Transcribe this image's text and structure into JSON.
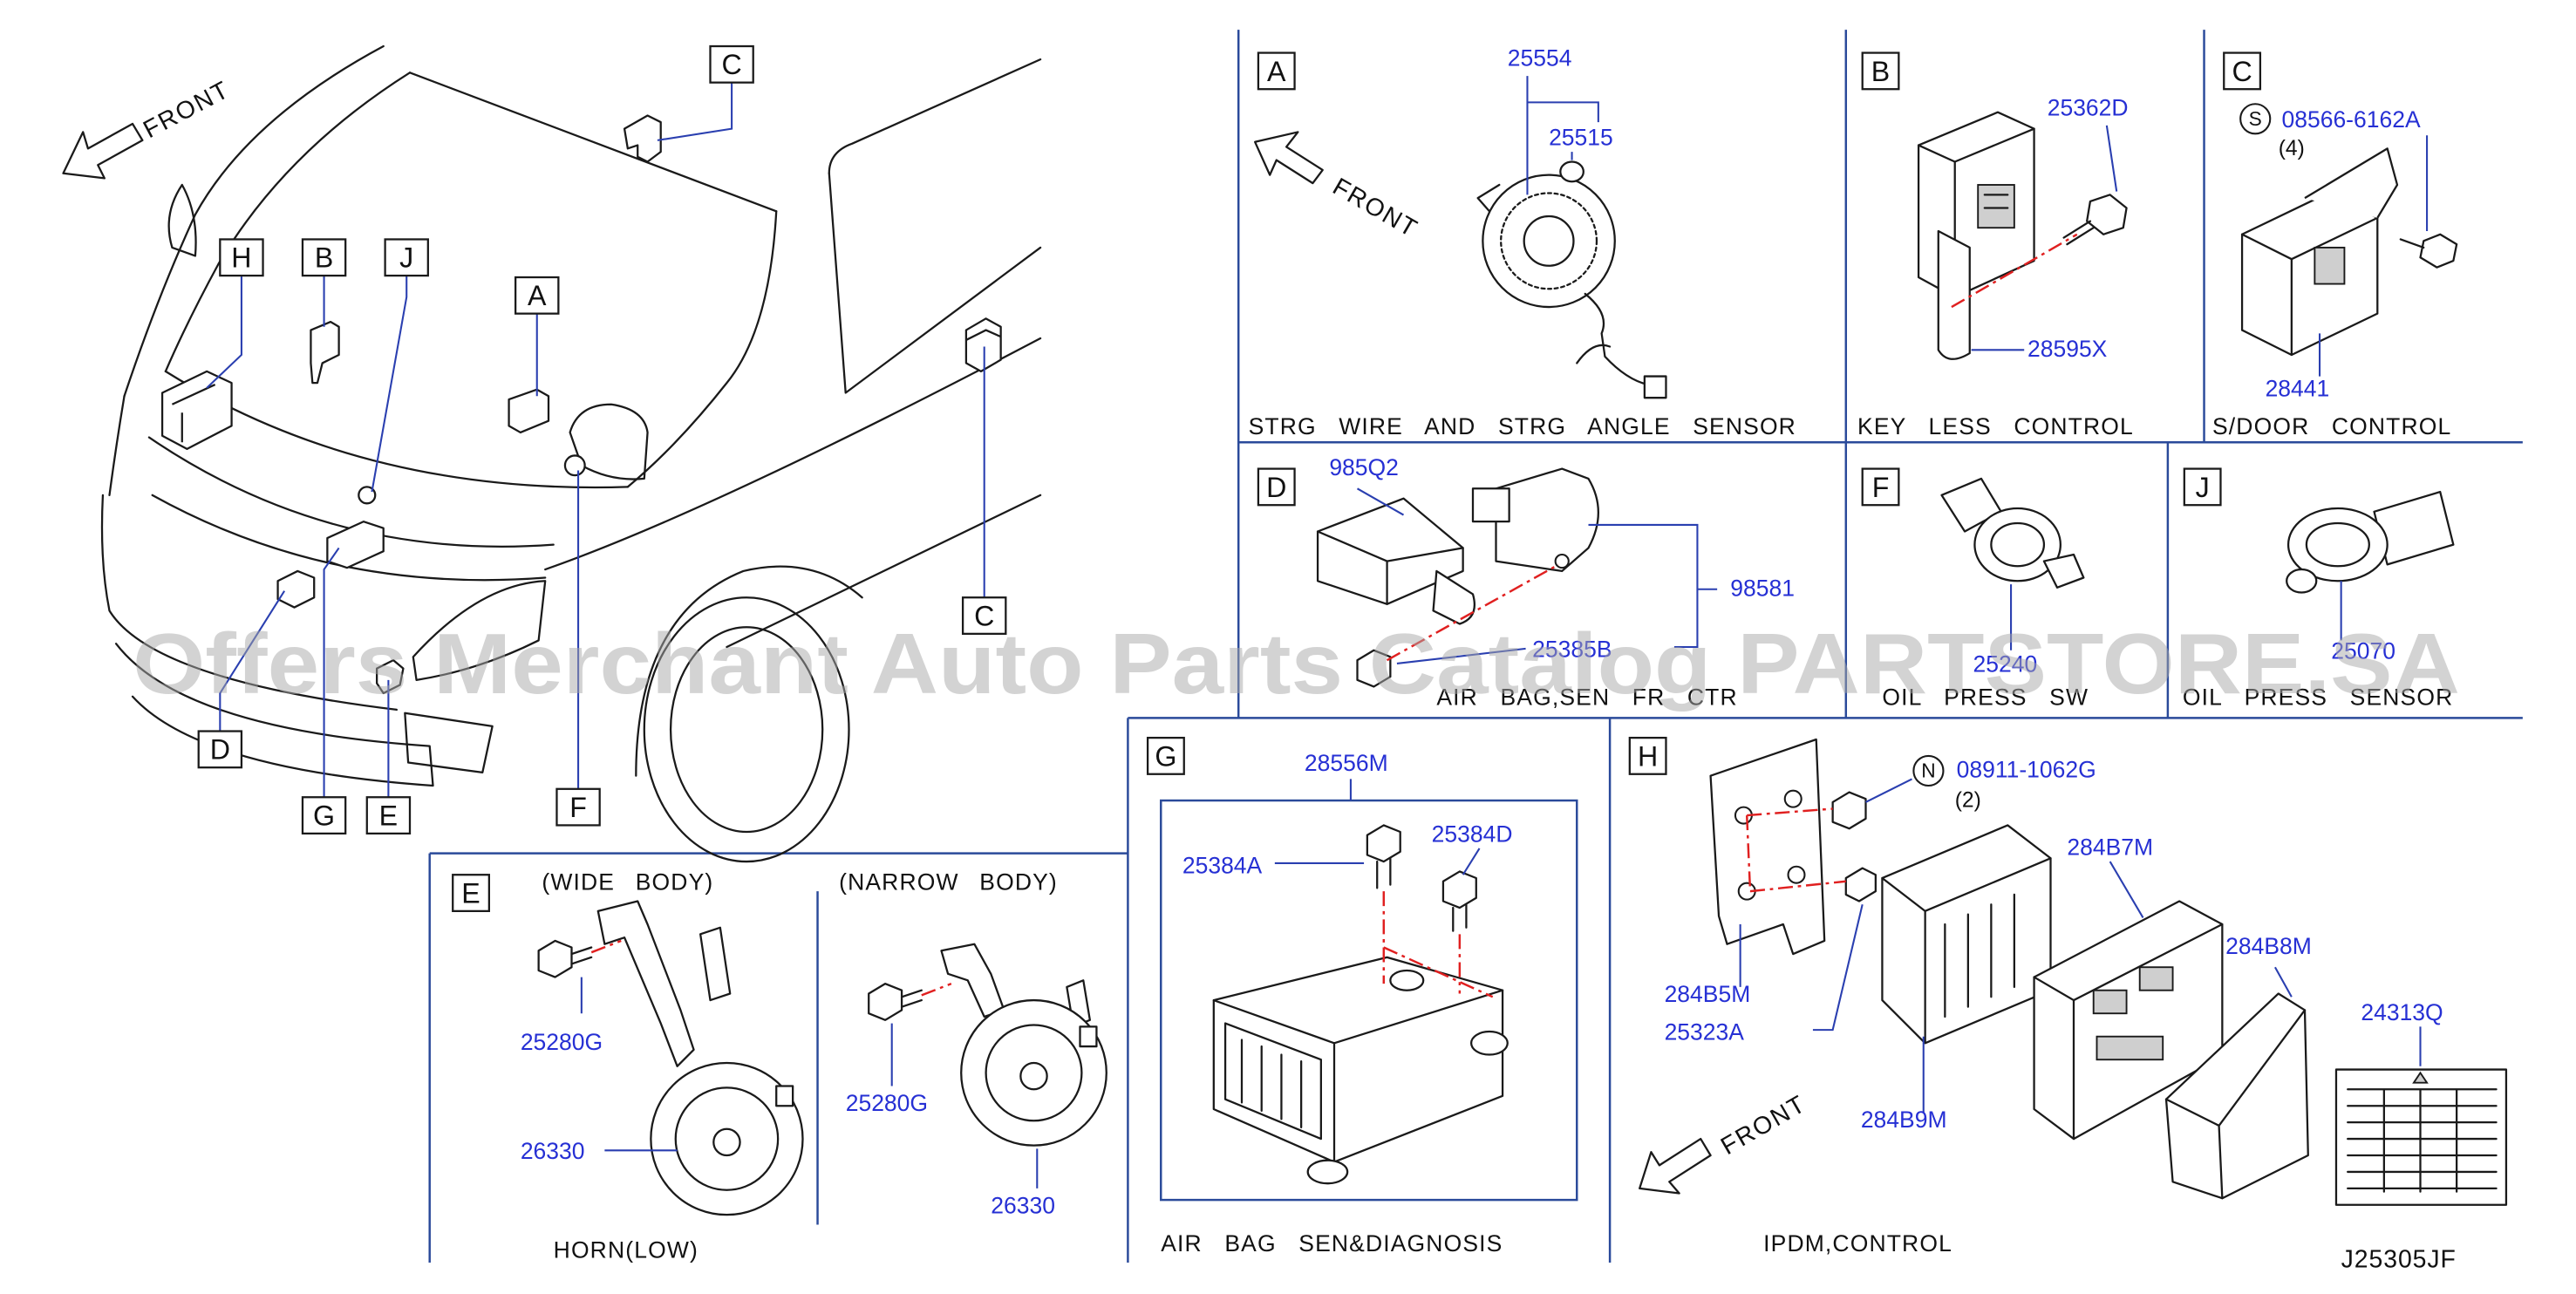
{
  "overview": {
    "front_label": "FRONT",
    "callouts": {
      "c_top": "C",
      "h": "H",
      "b": "B",
      "j": "J",
      "a": "A",
      "c_right": "C",
      "d": "D",
      "g": "G",
      "e": "E",
      "f": "F"
    }
  },
  "section_a": {
    "letter": "A",
    "front_label": "FRONT",
    "caption": "STRG WIRE AND STRG ANGLE SENSOR",
    "parts": [
      "25554",
      "25515"
    ]
  },
  "section_b": {
    "letter": "B",
    "caption": "KEY LESS CONTROL",
    "parts": [
      "25362D",
      "28595X"
    ]
  },
  "section_c": {
    "letter": "C",
    "symbol": "S",
    "qty": "(4)",
    "caption": "S/DOOR CONTROL",
    "parts": [
      "08566-6162A",
      "28441"
    ]
  },
  "section_d": {
    "letter": "D",
    "caption": "AIR BAG,SEN FR CTR",
    "parts": [
      "985Q2",
      "98581",
      "25385B"
    ]
  },
  "section_f": {
    "letter": "F",
    "caption": "OIL PRESS SW",
    "parts": [
      "25240"
    ]
  },
  "section_j": {
    "letter": "J",
    "caption": "OIL PRESS SENSOR",
    "parts": [
      "25070"
    ]
  },
  "section_e": {
    "letter": "E",
    "caption": "HORN(LOW)",
    "variants": [
      "(WIDE BODY)",
      "(NARROW BODY)"
    ],
    "wide_parts": [
      "25280G",
      "26330"
    ],
    "narrow_parts": [
      "25280G",
      "26330"
    ]
  },
  "section_g": {
    "letter": "G",
    "caption": "AIR BAG SEN&DIAGNOSIS",
    "parts": [
      "28556M",
      "25384A",
      "25384D"
    ]
  },
  "section_h": {
    "letter": "H",
    "front_label": "FRONT",
    "symbol": "N",
    "qty": "(2)",
    "caption": "IPDM,CONTROL",
    "parts": [
      "08911-1062G",
      "284B7M",
      "284B8M",
      "284B5M",
      "25323A",
      "284B9M",
      "24313Q"
    ]
  },
  "diagram_code": "J25305JF",
  "watermark": "Offers Merchant Auto Parts Catalog PARTSTORE.SA",
  "colors": {
    "part_number": "#2630d4",
    "frame_line": "#2a4a9a",
    "leader_line": "#2a3fb0",
    "installation_line": "#e02020",
    "watermark": "#a9a9a9"
  }
}
